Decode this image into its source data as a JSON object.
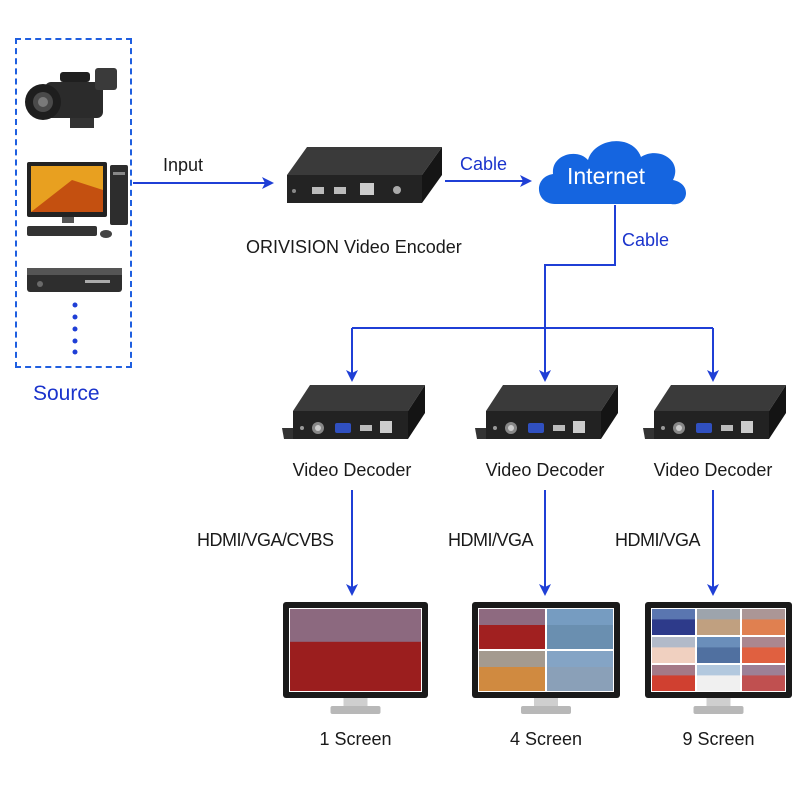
{
  "source": {
    "label": "Source",
    "items": [
      "video-camera",
      "desktop-computer",
      "media-player",
      "more-dots"
    ]
  },
  "input_label": "Input",
  "encoder": {
    "label": "ORIVISION Video Encoder"
  },
  "cable_label_1": "Cable",
  "cable_label_2": "Cable",
  "internet": {
    "label": "Internet"
  },
  "decoders": [
    {
      "label": "Video Decoder",
      "output": "HDMI/VGA/CVBS",
      "screen": "1 Screen",
      "grid": 1
    },
    {
      "label": "Video Decoder",
      "output": "HDMI/VGA",
      "screen": "4 Screen",
      "grid": 2
    },
    {
      "label": "Video Decoder",
      "output": "HDMI/VGA",
      "screen": "9 Screen",
      "grid": 3
    }
  ],
  "colors": {
    "arrow": "#1f3fd6",
    "cloud": "#1565e0",
    "label_blue": "#1a33cc",
    "device": "#2a2a2a"
  }
}
